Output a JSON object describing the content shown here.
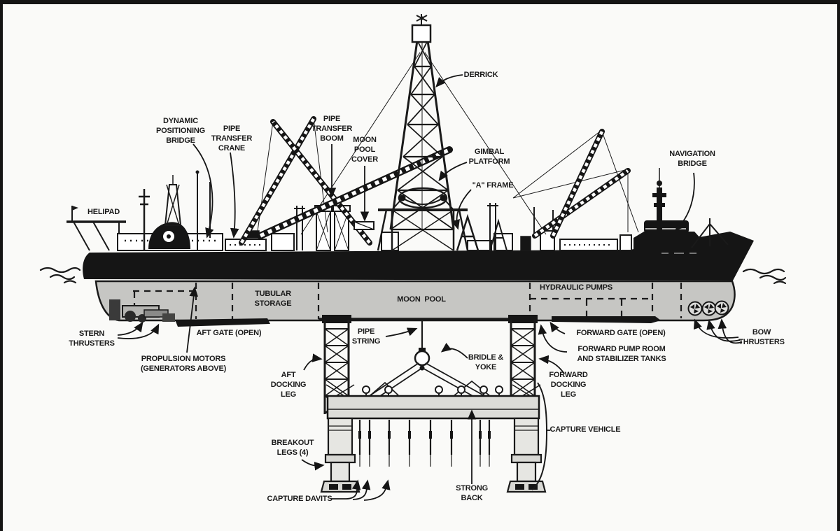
{
  "colors": {
    "paper": "#fafaf8",
    "ink": "#1a1a1a",
    "hull-black": "#151515",
    "hull-gray": "#c6c6c3",
    "metal-light": "#e6e6e2",
    "metal-mid": "#d8d8d4"
  },
  "labels": {
    "derrick": {
      "text": "DERRICK"
    },
    "dynamic_positioning_bridge": {
      "text": "DYNAMIC\nPOSITIONING\nBRIDGE"
    },
    "pipe_transfer_crane": {
      "text": "PIPE\nTRANSFER\nCRANE"
    },
    "pipe_transfer_boom": {
      "text": "PIPE\nTRANSFER\nBOOM"
    },
    "moon_pool_cover": {
      "text": "MOON\nPOOL\nCOVER"
    },
    "gimbal_platform": {
      "text": "GIMBAL\nPLATFORM"
    },
    "a_frame": {
      "text": "\"A\" FRAME"
    },
    "navigation_bridge": {
      "text": "NAVIGATION\nBRIDGE"
    },
    "helipad": {
      "text": "HELIPAD"
    },
    "tubular_storage": {
      "text": "TUBULAR\nSTORAGE"
    },
    "moon_pool": {
      "text": "MOON  POOL"
    },
    "hydraulic_pumps": {
      "text": "HYDRAULIC PUMPS"
    },
    "stern_thrusters": {
      "text": "STERN\nTHRUSTERS"
    },
    "aft_gate_open": {
      "text": "AFT GATE (OPEN)"
    },
    "propulsion_motors": {
      "text": "PROPULSION MOTORS\n(GENERATORS ABOVE)"
    },
    "pipe_string": {
      "text": "PIPE\nSTRING"
    },
    "bridle_yoke": {
      "text": "BRIDLE &\nYOKE"
    },
    "forward_gate_open": {
      "text": "FORWARD GATE (OPEN)"
    },
    "forward_pump_room": {
      "text": "FORWARD PUMP ROOM\nAND STABILIZER TANKS"
    },
    "bow_thrusters": {
      "text": "BOW\nTHRUSTERS"
    },
    "aft_docking_leg": {
      "text": "AFT\nDOCKING\nLEG"
    },
    "forward_docking_leg": {
      "text": "FORWARD\nDOCKING\nLEG"
    },
    "capture_vehicle": {
      "text": "CAPTURE VEHICLE"
    },
    "breakout_legs": {
      "text": "BREAKOUT\nLEGS (4)"
    },
    "capture_davits": {
      "text": "CAPTURE DAVITS"
    },
    "strong_back": {
      "text": "STRONG\nBACK"
    }
  }
}
